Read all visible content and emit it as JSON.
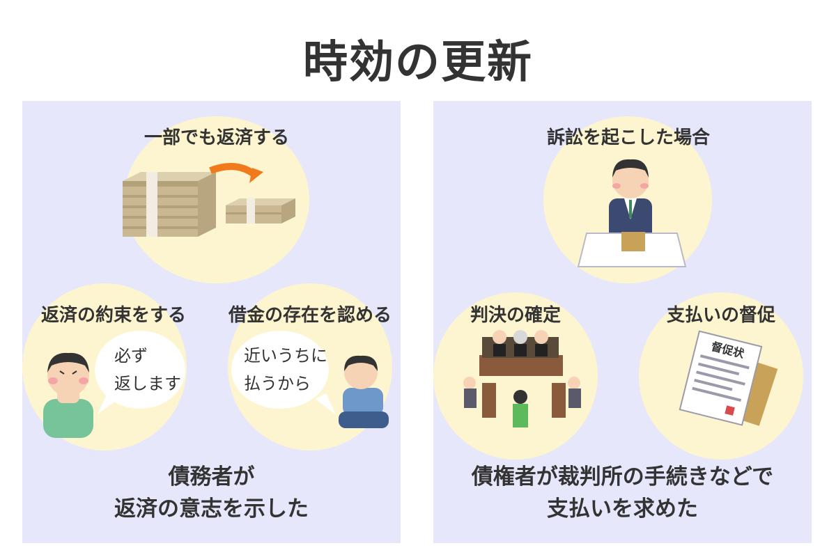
{
  "title": "時効の更新",
  "left_panel": {
    "top_item": {
      "label": "一部でも返済する"
    },
    "bottom_left_item": {
      "label": "返済の約束をする",
      "speech_line1": "必ず",
      "speech_line2": "返します"
    },
    "bottom_right_item": {
      "label": "借金の存在を認める",
      "speech_line1": "近いうちに",
      "speech_line2": "払うから"
    },
    "conclusion_line1": "債務者が",
    "conclusion_line2": "返済の意志を示した"
  },
  "right_panel": {
    "top_item": {
      "label": "訴訟を起こした場合"
    },
    "bottom_left_item": {
      "label": "判決の確定"
    },
    "bottom_right_item": {
      "label": "支払いの督促",
      "document_title": "督促状"
    },
    "conclusion_line1": "債権者が裁判所の手続きなどで",
    "conclusion_line2": "支払いを求めた"
  },
  "colors": {
    "panel_bg": "#e6e7fb",
    "circle_bg": "#fdf5cf",
    "text": "#333333",
    "arrow": "#f07a1c"
  }
}
